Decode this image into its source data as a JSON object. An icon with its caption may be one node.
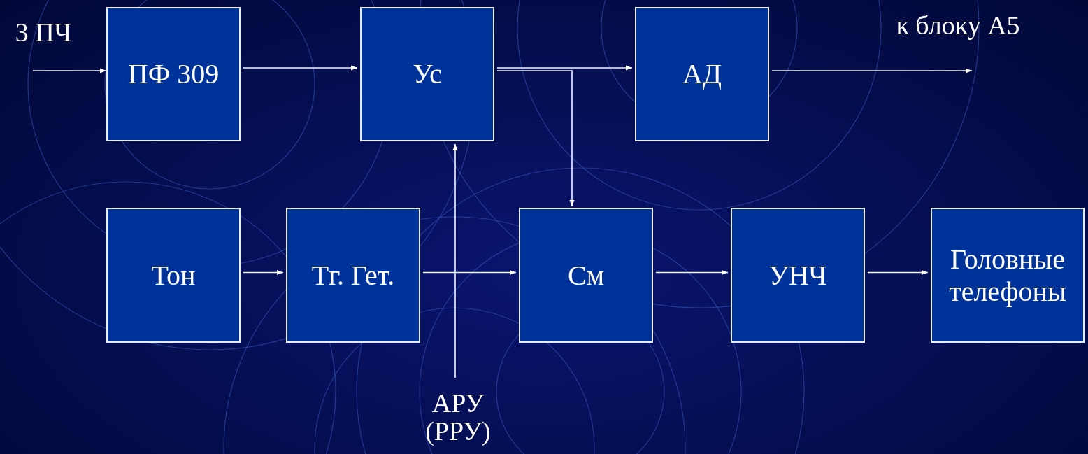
{
  "diagram": {
    "nodes": [
      {
        "text": [
          "3 ПЧ"
        ]
      },
      {
        "text": [
          "ПФ 309"
        ]
      },
      {
        "text": [
          "Ус"
        ]
      },
      {
        "text": [
          "АД"
        ]
      },
      {
        "text": [
          "к блоку А5"
        ]
      },
      {
        "text": [
          "Тон"
        ]
      },
      {
        "text": [
          "Тг. Гет."
        ]
      },
      {
        "text": [
          "См"
        ]
      },
      {
        "text": [
          "УНЧ"
        ]
      },
      {
        "text": [
          "Головные телефоны"
        ]
      },
      {
        "text": [
          "АРУ (РРУ)"
        ]
      }
    ],
    "edges": [
      {
        "from": 0,
        "to": 1,
        "arrow": "to"
      },
      {
        "from": 1,
        "to": 2,
        "arrow": "to"
      },
      {
        "from": 2,
        "to": 3,
        "arrow": "to"
      },
      {
        "from": 3,
        "to": 4,
        "arrow": "to"
      },
      {
        "from": 2,
        "to": 7,
        "arrow": "to"
      },
      {
        "from": 5,
        "to": 6,
        "arrow": "to"
      },
      {
        "from": 6,
        "to": 7,
        "arrow": "to"
      },
      {
        "from": 7,
        "to": 8,
        "arrow": "to"
      },
      {
        "from": 8,
        "to": 9,
        "arrow": "to"
      },
      {
        "from": 10,
        "to": 2,
        "arrow": "to"
      }
    ]
  }
}
